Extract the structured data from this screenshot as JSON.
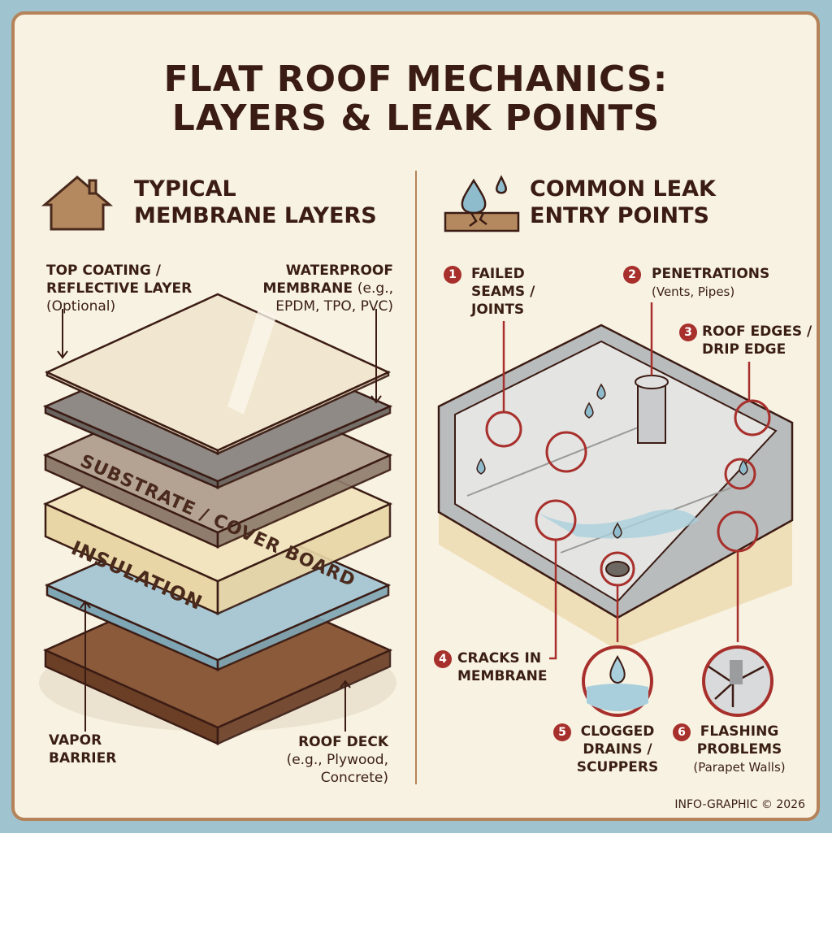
{
  "title": {
    "line1": "FLAT ROOF MECHANICS:",
    "line2": "LAYERS & LEAK POINTS"
  },
  "left": {
    "heading1": "TYPICAL",
    "heading2": "MEMBRANE LAYERS",
    "icon": "house-icon",
    "top_coating": {
      "l1": "TOP COATING /",
      "l2": "REFLECTIVE LAYER",
      "l3": "(Optional)"
    },
    "membrane": {
      "l1": "WATERPROOF",
      "l2": "MEMBRANE",
      "l2b": "(e.g.,",
      "l3": "EPDM, TPO, PVC)"
    },
    "substrate": "SUBSTRATE / COVER BOARD",
    "insulation": "INSULATION",
    "vapor": {
      "l1": "VAPOR",
      "l2": "BARRIER"
    },
    "deck": {
      "l1": "ROOF DECK",
      "l2": "(e.g., Plywood,",
      "l3": "Concrete)"
    }
  },
  "right": {
    "heading1": "COMMON LEAK",
    "heading2": "ENTRY POINTS",
    "icon": "water-drop-crack-icon",
    "points": [
      {
        "n": "1",
        "l1": "FAILED",
        "l2": "SEAMS /",
        "l3": "JOINTS"
      },
      {
        "n": "2",
        "l1": "PENETRATIONS",
        "l2": "(Vents, Pipes)"
      },
      {
        "n": "3",
        "l1": "ROOF EDGES /",
        "l2": "DRIP EDGE"
      },
      {
        "n": "4",
        "l1": "CRACKS IN",
        "l2": "MEMBRANE"
      },
      {
        "n": "5",
        "l1": "CLOGGED",
        "l2": "DRAINS /",
        "l3": "SCUPPERS"
      },
      {
        "n": "6",
        "l1": "FLASHING",
        "l2": "PROBLEMS",
        "l3": "(Parapet Walls)"
      }
    ]
  },
  "footer": "INFO-GRAPHIC © 2026",
  "colors": {
    "frame": "#9fc3cf",
    "panel": "#f8f2e3",
    "border": "#b58359",
    "text": "#3b1c14",
    "accent": "#a8302c"
  }
}
